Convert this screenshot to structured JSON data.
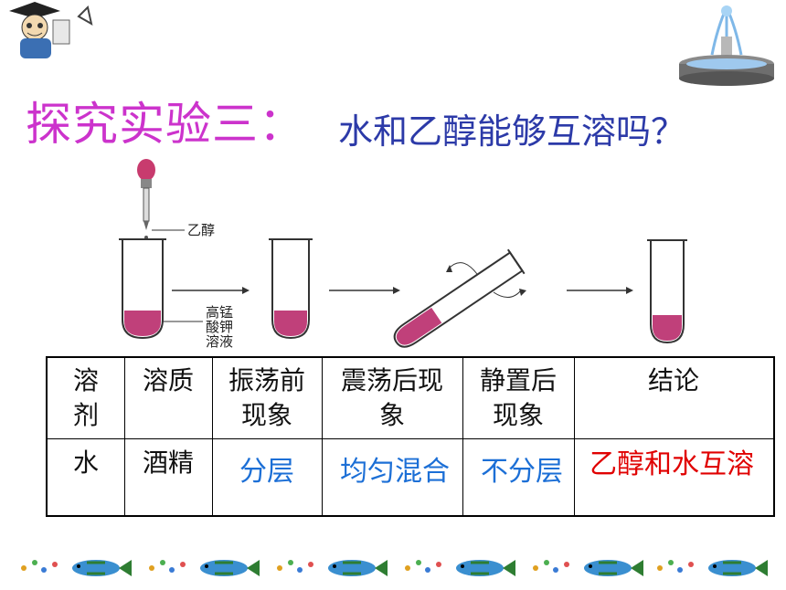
{
  "title": {
    "main": "探究实验三：",
    "question": "水和乙醇能够互溶吗？"
  },
  "diagram": {
    "label_reagent": "乙醇",
    "label_solution_lines": [
      "高锰",
      "酸钾",
      "溶液"
    ]
  },
  "table": {
    "headers": [
      {
        "line1": "溶",
        "line2": "剂"
      },
      {
        "line1": "溶质",
        "line2": ""
      },
      {
        "line1": "振荡前",
        "line2": "现象"
      },
      {
        "line1": "震荡后现",
        "line2": "象"
      },
      {
        "line1": "静置后",
        "line2": "现象"
      },
      {
        "line1": "结论",
        "line2": ""
      }
    ],
    "row": {
      "solvent": "水",
      "solute": "酒精",
      "before": "分层",
      "after_shake": "均匀混合",
      "after_rest": "不分层",
      "conclusion": "乙醇和水互溶"
    }
  },
  "colors": {
    "title_main": "#cc33cc",
    "title_question": "#2c3aa8",
    "answer_blue": "#1c6fd6",
    "conclusion_red": "#e00000",
    "solution": "#c0407a"
  }
}
